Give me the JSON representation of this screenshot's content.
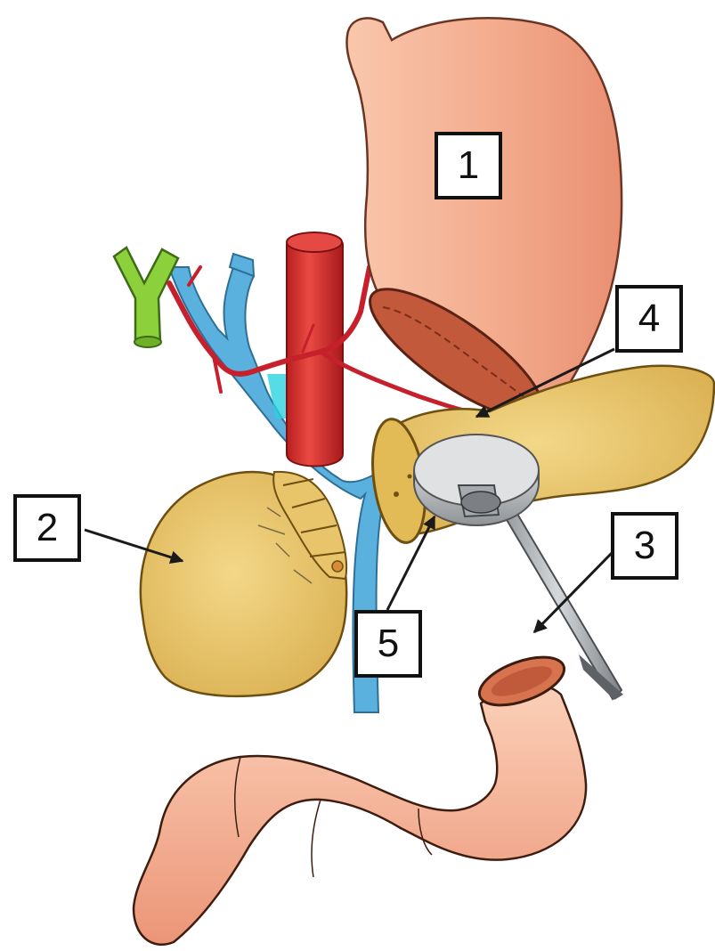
{
  "labels": {
    "stomach": "1",
    "pancreatic_head": "2",
    "jejunal_limb": "3",
    "pancreatic_remnant": "4",
    "stapler_anvil": "5"
  },
  "colors": {
    "stomach": "#f2a98a",
    "bowel": "#f0a48a",
    "pancreas": "#e8c46a",
    "portal_vein": "#5bb1dd",
    "aorta": "#d9302d",
    "bile_duct": "#8cd03c",
    "vessels": "#c6202c",
    "stapler": "#c9cccf"
  }
}
